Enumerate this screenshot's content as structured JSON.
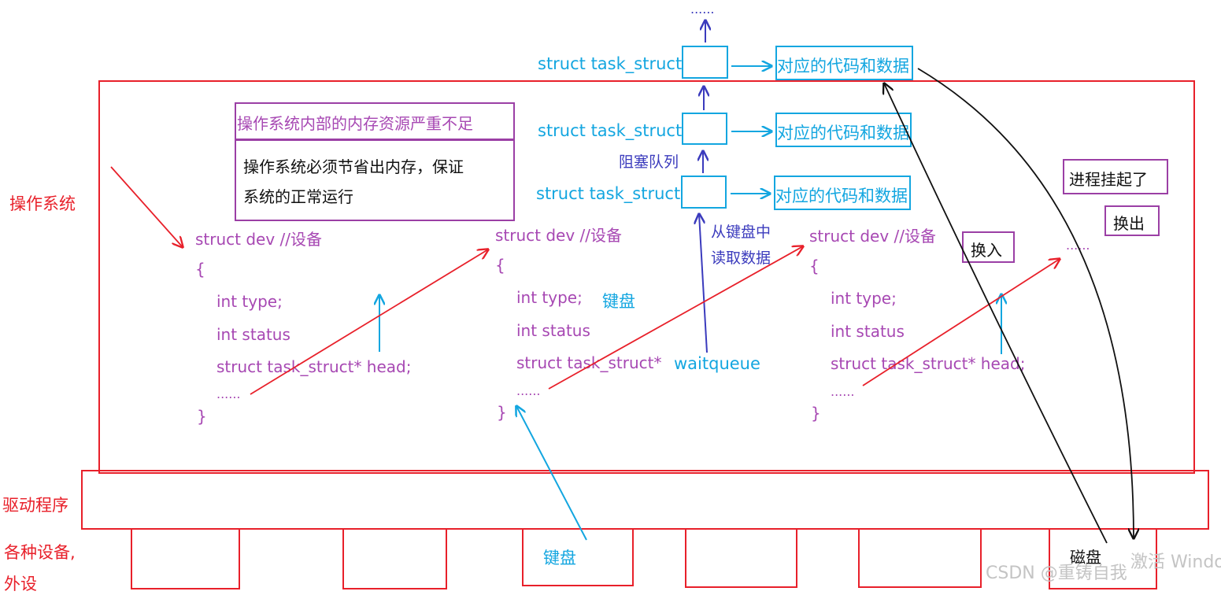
{
  "layers": {
    "os": "操作系统",
    "driver": "驱动程序",
    "devices_line1": "各种设备,",
    "devices_line2": "外设"
  },
  "top_ellipsis": "......",
  "task_structs": [
    {
      "label": "struct task_struct",
      "data": "对应的代码和数据"
    },
    {
      "label": "struct task_struct",
      "data": "对应的代码和数据"
    },
    {
      "label": "struct task_struct",
      "data": "对应的代码和数据"
    }
  ],
  "blocked_queue": "阻塞队列",
  "read_keyboard_line1": "从键盘中",
  "read_keyboard_line2": "读取数据",
  "note_title": "操作系统内部的内存资源严重不足",
  "note_body_line1": "操作系统必须节省出内存，保证",
  "note_body_line2": "系统的正常运行",
  "devs": [
    {
      "header": "struct dev //设备",
      "open": "{",
      "type": "int type;",
      "status": "int status",
      "head": "struct task_struct* head;",
      "more": "......",
      "close": "}"
    },
    {
      "header": "struct dev //设备",
      "open": "{",
      "type": "int type;",
      "type_note": "键盘",
      "status": "int status",
      "head": "struct task_struct*",
      "head_note": "waitqueue",
      "more": "......",
      "close": "}"
    },
    {
      "header": "struct dev //设备",
      "open": "{",
      "type": "int type;",
      "status": "int status",
      "head": "struct task_struct* head;",
      "more": "......",
      "close": "}"
    }
  ],
  "more_devs": "......",
  "swap_in": "换入",
  "suspended": "进程挂起了",
  "swap_out": "换出",
  "devices": {
    "keyboard": "键盘",
    "disk": "磁盘"
  },
  "watermark": "CSDN @重铸自我",
  "watermark_activate": "激活 Windo"
}
